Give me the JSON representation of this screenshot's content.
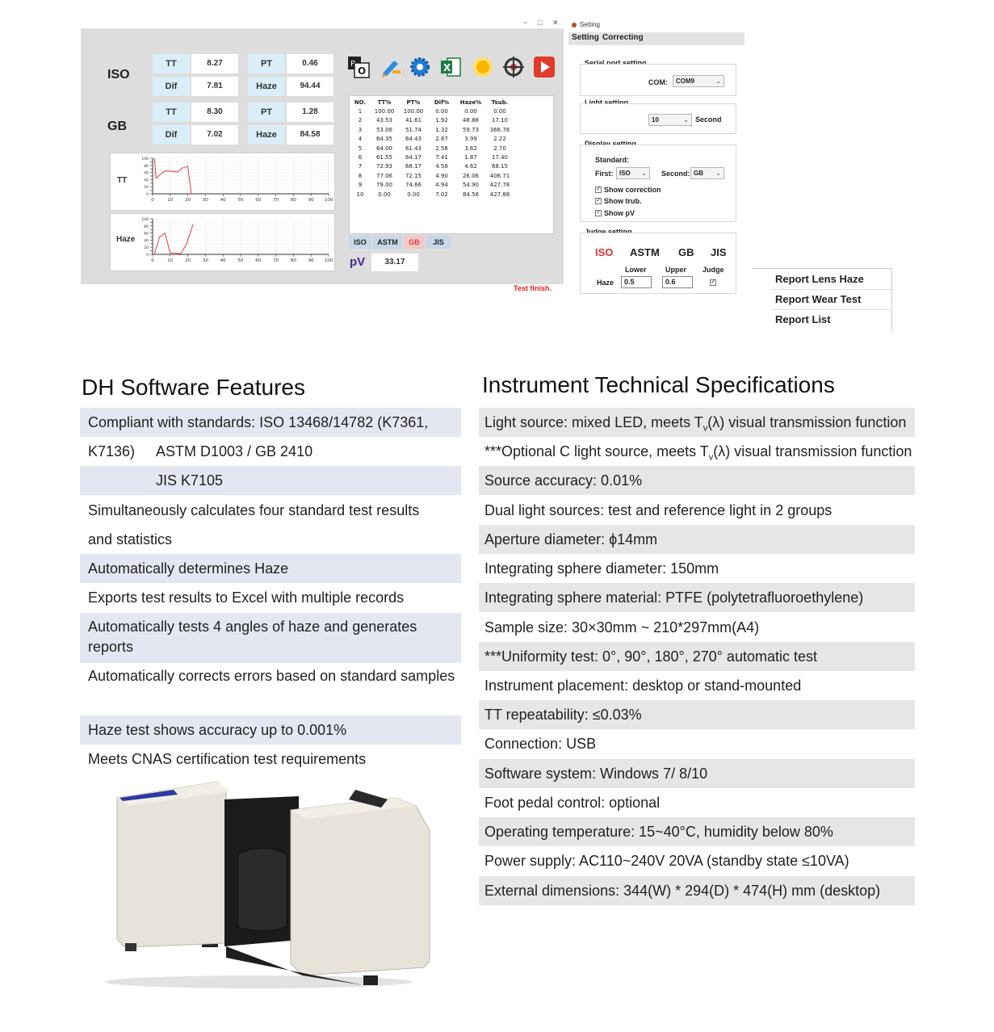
{
  "software": {
    "window_controls": [
      "−",
      "□",
      "✕"
    ],
    "iso": {
      "label": "ISO",
      "tt_name": "TT",
      "tt_value": "8.27",
      "pt_name": "PT",
      "pt_value": "0.46",
      "dif_name": "Dif",
      "dif_value": "7.81",
      "haze_name": "Haze",
      "haze_value": "94.44"
    },
    "gb": {
      "label": "GB",
      "tt_name": "TT",
      "tt_value": "8.30",
      "pt_name": "PT",
      "pt_value": "1.28",
      "dif_name": "Dif",
      "dif_value": "7.02",
      "haze_name": "Haze",
      "haze_value": "84.58"
    },
    "toolbar_icons": [
      "report-icon",
      "pen-icon",
      "gear-icon",
      "excel-icon",
      "light-icon",
      "target-icon",
      "play-icon"
    ],
    "table": {
      "headers": [
        "NO.",
        "TT%",
        "PT%",
        "Dif%",
        "Haze%",
        "Tsub."
      ],
      "rows": [
        [
          "1",
          "100.00",
          "100.00",
          "0.00",
          "0.00",
          "0.00"
        ],
        [
          "2",
          "43.53",
          "41.61",
          "1.92",
          "48.88",
          "17.10"
        ],
        [
          "3",
          "53.06",
          "51.74",
          "1.32",
          "59.73",
          "366.78"
        ],
        [
          "4",
          "64.35",
          "64.43",
          "2.87",
          "3.99",
          "2.22"
        ],
        [
          "5",
          "64.00",
          "61.43",
          "2.56",
          "3.62",
          "2.70"
        ],
        [
          "6",
          "61.55",
          "64.17",
          "7.41",
          "1.87",
          "17.40"
        ],
        [
          "7",
          "72.93",
          "68.17",
          "4.58",
          "4.62",
          "68.15"
        ],
        [
          "8",
          "77.06",
          "72.15",
          "4.90",
          "26.06",
          "406.71"
        ],
        [
          "9",
          "79.00",
          "74.66",
          "4.94",
          "54.90",
          "427.78"
        ],
        [
          "10",
          "0.00",
          "0.00",
          "7.02",
          "84.58",
          "427.88"
        ]
      ]
    },
    "standard_tabs": [
      "ISO",
      "ASTM",
      "GB",
      "JIS"
    ],
    "active_tab": "GB",
    "pv_label": "pV",
    "pv_value": "33.17",
    "status": "Test finish.",
    "accent_colors": {
      "panel": "#dddddd",
      "name_cell": "#daeef8",
      "status": "#e02020",
      "curve": "#e04040"
    }
  },
  "chart_data": [
    {
      "type": "line",
      "label": "TT",
      "x_ticks": [
        "0",
        "10",
        "20",
        "30",
        "40",
        "50",
        "60",
        "70",
        "80",
        "90",
        "100"
      ],
      "y_ticks": [
        "0",
        "10",
        "20",
        "30",
        "40",
        "50",
        "60",
        "70",
        "80",
        "90",
        "100"
      ],
      "ylim": [
        0,
        100
      ],
      "xlim": [
        0,
        100
      ],
      "series": [
        {
          "x": [
            1,
            2,
            4,
            7,
            10,
            14,
            17,
            20,
            22
          ],
          "y": [
            100,
            43.53,
            53.06,
            64.35,
            64.0,
            61.55,
            72.93,
            77.06,
            0.0
          ]
        }
      ],
      "grid": true
    },
    {
      "type": "line",
      "label": "Haze",
      "x_ticks": [
        "0",
        "10",
        "20",
        "30",
        "40",
        "50",
        "60",
        "70",
        "80",
        "90",
        "100"
      ],
      "y_ticks": [
        "0",
        "10",
        "20",
        "30",
        "40",
        "50",
        "60",
        "70",
        "80",
        "90",
        "100"
      ],
      "ylim": [
        0,
        100
      ],
      "xlim": [
        0,
        100
      ],
      "series": [
        {
          "x": [
            1,
            4,
            7,
            10,
            13,
            16,
            19,
            21,
            23
          ],
          "y": [
            0,
            48.88,
            59.73,
            3.99,
            3.62,
            1.87,
            26.06,
            54.9,
            84.58
          ]
        }
      ],
      "grid": true
    }
  ],
  "setting": {
    "title": "Setting",
    "tabs": [
      "Setting",
      "Correcting"
    ],
    "serial": {
      "title": "Serial port setting",
      "com_label": "COM:",
      "com_value": "COM9"
    },
    "light": {
      "title": "Light setting",
      "value": "10",
      "unit": "Second"
    },
    "display": {
      "title": "Display setting",
      "standard_label": "Standard:",
      "first_label": "First:",
      "first_value": "ISO",
      "second_label": "Second:",
      "second_value": "GB",
      "checks": [
        "Show correction",
        "Show trub.",
        "Show pV"
      ]
    },
    "judge": {
      "title": "Judge setting",
      "standards": [
        "ISO",
        "ASTM",
        "GB",
        "JIS"
      ],
      "lower_label": "Lower",
      "upper_label": "Upper",
      "judge_label": "Judge",
      "row_label": "Haze",
      "lower_value": "0.5",
      "upper_value": "0.6"
    }
  },
  "report_menu": [
    "Report Lens Haze",
    "Report Wear Test",
    "Report List"
  ],
  "features": {
    "title": "DH Software Features",
    "items": [
      "Compliant with standards: ISO 13468/14782 (K7361, K7136)",
      "ASTM D1003 / GB 2410",
      "JIS K7105",
      "Simultaneously calculates four standard test results",
      "and statistics",
      "Automatically determines Haze",
      "Exports test results to Excel with multiple records",
      "Automatically tests 4 angles of haze and generates reports",
      "Automatically corrects errors based on standard samples",
      "Haze test shows accuracy up to 0.001%",
      "Meets CNAS certification test requirements"
    ]
  },
  "specs": {
    "title": "Instrument Technical Specifications",
    "light_source_pre": "Light source: mixed LED, meets T",
    "light_source_post": "(λ) visual transmission function",
    "optional_pre": "***Optional C light source, meets T",
    "optional_post": "(λ) visual transmission function",
    "subscript": "v",
    "items": [
      "Source accuracy: 0.01%",
      "Dual light sources: test and reference light in 2 groups",
      "Aperture diameter: ϕ14mm",
      "Integrating sphere diameter: 150mm",
      "Integrating sphere material: PTFE (polytetrafluoroethylene)",
      "Sample size:  30×30mm ~ 210*297mm(A4)",
      "***Uniformity test: 0°,  90°, 180°,  270° automatic test",
      "Instrument placement: desktop or stand-mounted",
      "TT repeatability:  ≤0.03%",
      "Connection: USB",
      "Software system: Windows 7/ 8/10",
      "Foot pedal control: optional",
      "Operating temperature: 15~40°C, humidity below 80%",
      "Power supply: AC110~240V  20VA (standby state ≤10VA)",
      "External dimensions: 344(W) * 294(D) * 474(H) mm (desktop)"
    ]
  }
}
